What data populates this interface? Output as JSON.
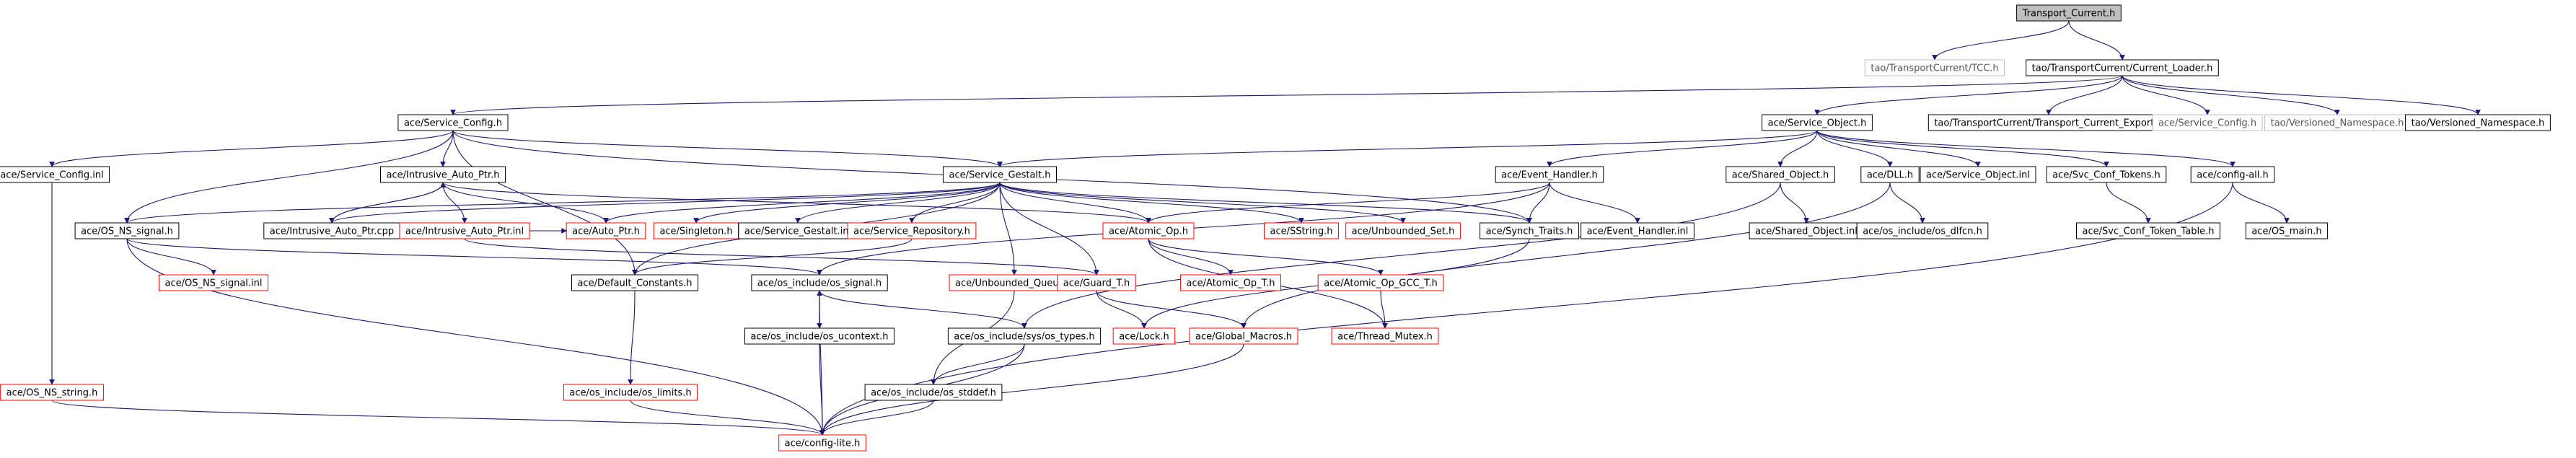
{
  "diagram": {
    "type": "include-dependency-graph",
    "colors": {
      "root_fill": "#bfbfbf",
      "node_border_normal": "#000000",
      "node_border_missing": "#ff0000",
      "node_border_external": "#bfbfbf",
      "external_text": "#555555",
      "edge": "#191970"
    },
    "nodes": [
      {
        "id": "transport_current",
        "label": "Transport_Current.h",
        "kind": "root"
      },
      {
        "id": "tcc",
        "label": "tao/TransportCurrent/TCC.h",
        "kind": "external"
      },
      {
        "id": "current_loader",
        "label": "tao/TransportCurrent/Current_Loader.h",
        "kind": "normal"
      },
      {
        "id": "service_config",
        "label": "ace/Service_Config.h",
        "kind": "normal"
      },
      {
        "id": "service_object",
        "label": "ace/Service_Object.h",
        "kind": "normal"
      },
      {
        "id": "tc_export",
        "label": "tao/TransportCurrent/Transport_Current_Export.h",
        "kind": "normal"
      },
      {
        "id": "ace_service_config_ext",
        "label": "ace/Service_Config.h",
        "kind": "external"
      },
      {
        "id": "versioned_ns_ext",
        "label": "tao/Versioned_Namespace.h",
        "kind": "external"
      },
      {
        "id": "versioned_ns",
        "label": "tao/Versioned_Namespace.h",
        "kind": "normal"
      },
      {
        "id": "service_config_inl",
        "label": "ace/Service_Config.inl",
        "kind": "normal"
      },
      {
        "id": "intrusive_auto_ptr",
        "label": "ace/Intrusive_Auto_Ptr.h",
        "kind": "normal"
      },
      {
        "id": "service_gestalt",
        "label": "ace/Service_Gestalt.h",
        "kind": "normal"
      },
      {
        "id": "event_handler",
        "label": "ace/Event_Handler.h",
        "kind": "normal"
      },
      {
        "id": "shared_object",
        "label": "ace/Shared_Object.h",
        "kind": "normal"
      },
      {
        "id": "dll",
        "label": "ace/DLL.h",
        "kind": "normal"
      },
      {
        "id": "service_object_inl",
        "label": "ace/Service_Object.inl",
        "kind": "normal"
      },
      {
        "id": "svc_conf_tokens",
        "label": "ace/Svc_Conf_Tokens.h",
        "kind": "normal"
      },
      {
        "id": "config_all",
        "label": "ace/config-all.h",
        "kind": "normal"
      },
      {
        "id": "os_ns_signal",
        "label": "ace/OS_NS_signal.h",
        "kind": "normal"
      },
      {
        "id": "intrusive_auto_ptr_cpp",
        "label": "ace/Intrusive_Auto_Ptr.cpp",
        "kind": "normal"
      },
      {
        "id": "intrusive_auto_ptr_inl",
        "label": "ace/Intrusive_Auto_Ptr.inl",
        "kind": "missing"
      },
      {
        "id": "auto_ptr",
        "label": "ace/Auto_Ptr.h",
        "kind": "missing"
      },
      {
        "id": "singleton",
        "label": "ace/Singleton.h",
        "kind": "missing"
      },
      {
        "id": "service_gestalt_inl",
        "label": "ace/Service_Gestalt.inl",
        "kind": "normal"
      },
      {
        "id": "service_repository",
        "label": "ace/Service_Repository.h",
        "kind": "missing"
      },
      {
        "id": "atomic_op",
        "label": "ace/Atomic_Op.h",
        "kind": "missing"
      },
      {
        "id": "sstring",
        "label": "ace/SString.h",
        "kind": "missing"
      },
      {
        "id": "unbounded_set",
        "label": "ace/Unbounded_Set.h",
        "kind": "missing"
      },
      {
        "id": "synch_traits",
        "label": "ace/Synch_Traits.h",
        "kind": "normal"
      },
      {
        "id": "event_handler_inl",
        "label": "ace/Event_Handler.inl",
        "kind": "normal"
      },
      {
        "id": "shared_object_inl",
        "label": "ace/Shared_Object.inl",
        "kind": "normal"
      },
      {
        "id": "os_dlfcn",
        "label": "ace/os_include/os_dlfcn.h",
        "kind": "normal"
      },
      {
        "id": "svc_conf_token_table",
        "label": "ace/Svc_Conf_Token_Table.h",
        "kind": "normal"
      },
      {
        "id": "os_main",
        "label": "ace/OS_main.h",
        "kind": "normal"
      },
      {
        "id": "os_ns_signal_inl",
        "label": "ace/OS_NS_signal.inl",
        "kind": "missing"
      },
      {
        "id": "default_constants",
        "label": "ace/Default_Constants.h",
        "kind": "normal"
      },
      {
        "id": "os_include_os_signal",
        "label": "ace/os_include/os_signal.h",
        "kind": "normal"
      },
      {
        "id": "unbounded_queue",
        "label": "ace/Unbounded_Queue.h",
        "kind": "missing"
      },
      {
        "id": "guard_t",
        "label": "ace/Guard_T.h",
        "kind": "missing"
      },
      {
        "id": "atomic_op_t",
        "label": "ace/Atomic_Op_T.h",
        "kind": "missing"
      },
      {
        "id": "atomic_op_gcc_t",
        "label": "ace/Atomic_Op_GCC_T.h",
        "kind": "missing"
      },
      {
        "id": "os_ucontext",
        "label": "ace/os_include/os_ucontext.h",
        "kind": "normal"
      },
      {
        "id": "sys_os_types",
        "label": "ace/os_include/sys/os_types.h",
        "kind": "normal"
      },
      {
        "id": "lock",
        "label": "ace/Lock.h",
        "kind": "missing"
      },
      {
        "id": "global_macros",
        "label": "ace/Global_Macros.h",
        "kind": "missing"
      },
      {
        "id": "thread_mutex",
        "label": "ace/Thread_Mutex.h",
        "kind": "missing"
      },
      {
        "id": "os_ns_string",
        "label": "ace/OS_NS_string.h",
        "kind": "missing"
      },
      {
        "id": "os_limits",
        "label": "ace/os_include/os_limits.h",
        "kind": "missing"
      },
      {
        "id": "os_stddef",
        "label": "ace/os_include/os_stddef.h",
        "kind": "normal"
      },
      {
        "id": "config_lite",
        "label": "ace/config-lite.h",
        "kind": "missing"
      }
    ],
    "edges": [
      [
        "transport_current",
        "tcc"
      ],
      [
        "transport_current",
        "current_loader"
      ],
      [
        "current_loader",
        "service_config"
      ],
      [
        "current_loader",
        "service_object"
      ],
      [
        "current_loader",
        "tc_export"
      ],
      [
        "current_loader",
        "ace_service_config_ext"
      ],
      [
        "current_loader",
        "versioned_ns_ext"
      ],
      [
        "current_loader",
        "versioned_ns"
      ],
      [
        "service_config",
        "service_config_inl"
      ],
      [
        "service_config",
        "intrusive_auto_ptr"
      ],
      [
        "service_config",
        "service_gestalt"
      ],
      [
        "service_config",
        "os_ns_signal"
      ],
      [
        "service_config",
        "synch_traits"
      ],
      [
        "service_config",
        "default_constants"
      ],
      [
        "service_config_inl",
        "os_ns_string"
      ],
      [
        "service_object",
        "service_gestalt"
      ],
      [
        "service_object",
        "event_handler"
      ],
      [
        "service_object",
        "shared_object"
      ],
      [
        "service_object",
        "dll"
      ],
      [
        "service_object",
        "service_object_inl"
      ],
      [
        "service_object",
        "svc_conf_tokens"
      ],
      [
        "service_object",
        "config_all"
      ],
      [
        "intrusive_auto_ptr",
        "intrusive_auto_ptr_cpp"
      ],
      [
        "intrusive_auto_ptr",
        "intrusive_auto_ptr_inl"
      ],
      [
        "intrusive_auto_ptr",
        "auto_ptr"
      ],
      [
        "intrusive_auto_ptr",
        "atomic_op"
      ],
      [
        "intrusive_auto_ptr_cpp",
        "intrusive_auto_ptr"
      ],
      [
        "intrusive_auto_ptr_cpp",
        "auto_ptr"
      ],
      [
        "service_gestalt",
        "os_ns_signal"
      ],
      [
        "service_gestalt",
        "intrusive_auto_ptr_cpp"
      ],
      [
        "service_gestalt",
        "auto_ptr"
      ],
      [
        "service_gestalt",
        "singleton"
      ],
      [
        "service_gestalt",
        "service_gestalt_inl"
      ],
      [
        "service_gestalt",
        "service_repository"
      ],
      [
        "service_gestalt",
        "atomic_op"
      ],
      [
        "service_gestalt",
        "sstring"
      ],
      [
        "service_gestalt",
        "unbounded_set"
      ],
      [
        "service_gestalt",
        "synch_traits"
      ],
      [
        "service_gestalt",
        "default_constants"
      ],
      [
        "service_gestalt",
        "unbounded_queue"
      ],
      [
        "service_gestalt",
        "guard_t"
      ],
      [
        "event_handler",
        "atomic_op"
      ],
      [
        "event_handler",
        "synch_traits"
      ],
      [
        "event_handler",
        "event_handler_inl"
      ],
      [
        "event_handler",
        "os_include_os_signal"
      ],
      [
        "shared_object",
        "shared_object_inl"
      ],
      [
        "shared_object",
        "sys_os_types"
      ],
      [
        "dll",
        "os_dlfcn"
      ],
      [
        "dll",
        "global_macros"
      ],
      [
        "svc_conf_tokens",
        "svc_conf_token_table"
      ],
      [
        "config_all",
        "os_main"
      ],
      [
        "config_all",
        "config_lite"
      ],
      [
        "os_ns_signal",
        "os_ns_signal_inl"
      ],
      [
        "os_ns_signal",
        "os_include_os_signal"
      ],
      [
        "os_ns_signal",
        "config_lite"
      ],
      [
        "intrusive_auto_ptr_inl",
        "guard_t"
      ],
      [
        "service_repository",
        "default_constants"
      ],
      [
        "atomic_op",
        "atomic_op_t"
      ],
      [
        "atomic_op",
        "atomic_op_gcc_t"
      ],
      [
        "atomic_op",
        "thread_mutex"
      ],
      [
        "synch_traits",
        "lock"
      ],
      [
        "default_constants",
        "os_limits"
      ],
      [
        "os_include_os_signal",
        "os_ucontext"
      ],
      [
        "os_include_os_signal",
        "sys_os_types"
      ],
      [
        "os_include_os_signal",
        "config_lite"
      ],
      [
        "os_ucontext",
        "os_include_os_signal"
      ],
      [
        "os_ucontext",
        "config_lite"
      ],
      [
        "unbounded_queue",
        "os_stddef"
      ],
      [
        "guard_t",
        "lock"
      ],
      [
        "guard_t",
        "global_macros"
      ],
      [
        "atomic_op_gcc_t",
        "thread_mutex"
      ],
      [
        "sys_os_types",
        "os_stddef"
      ],
      [
        "sys_os_types",
        "config_lite"
      ],
      [
        "global_macros",
        "config_lite"
      ],
      [
        "os_ns_string",
        "config_lite"
      ],
      [
        "os_limits",
        "config_lite"
      ],
      [
        "os_stddef",
        "config_lite"
      ]
    ]
  }
}
